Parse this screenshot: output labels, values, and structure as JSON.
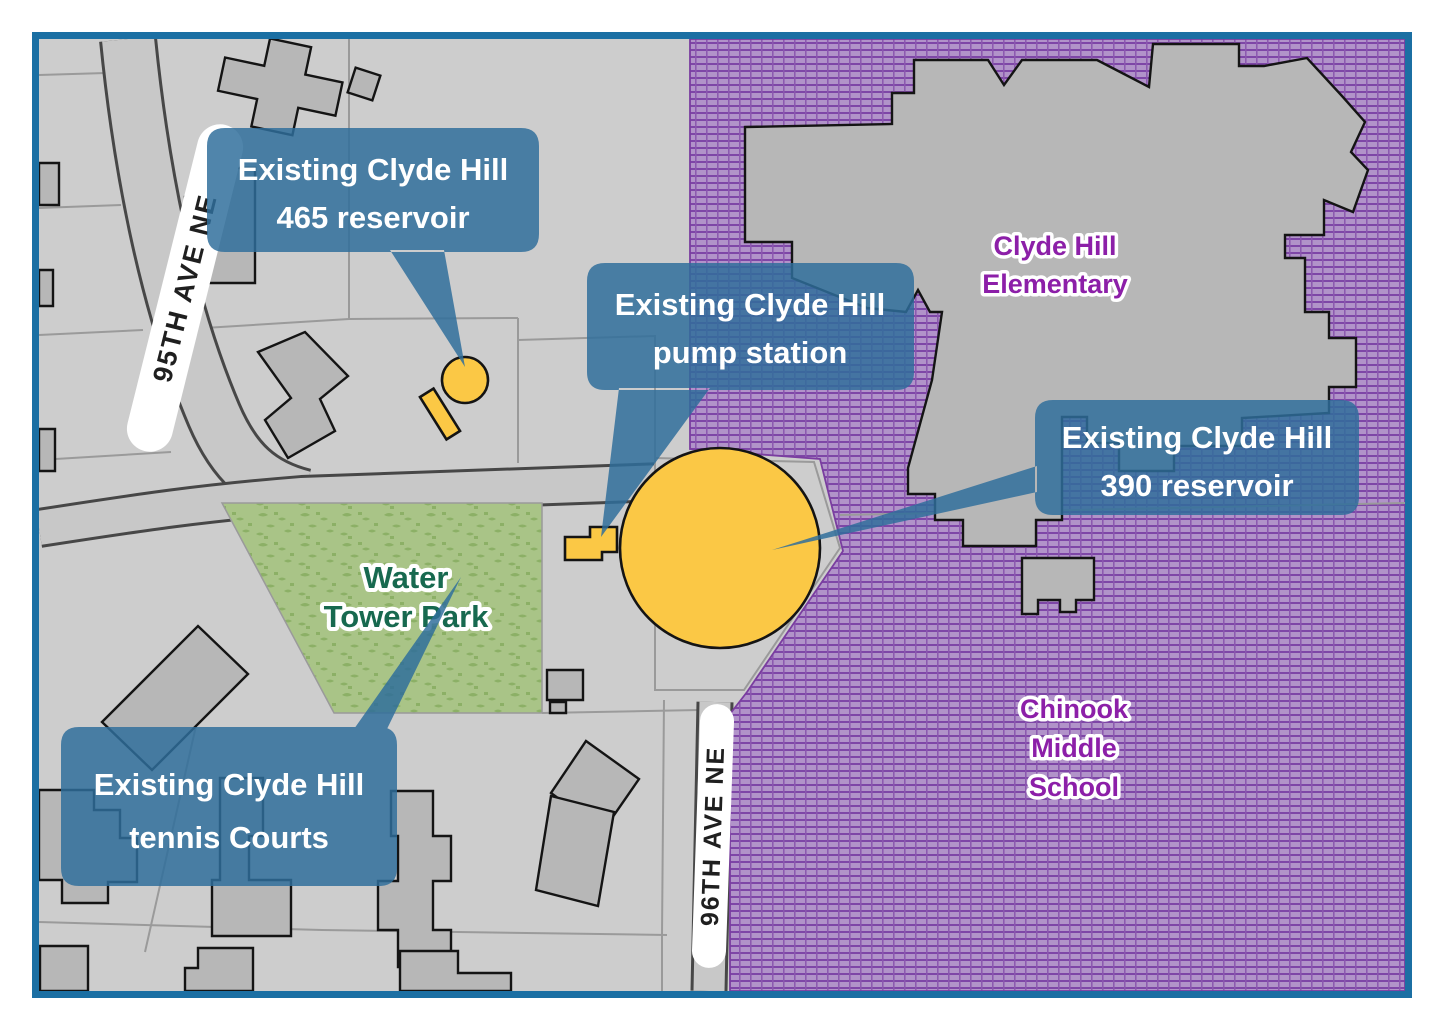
{
  "map": {
    "description": "Utility site map of existing Clyde Hill water facilities",
    "callouts": [
      {
        "id": "reservoir-465",
        "line1": "Existing Clyde Hill",
        "line2": "465 reservoir"
      },
      {
        "id": "pump-station",
        "line1": "Existing Clyde Hill",
        "line2": "pump station"
      },
      {
        "id": "reservoir-390",
        "line1": "Existing Clyde Hill",
        "line2": "390 reservoir"
      },
      {
        "id": "tennis-courts",
        "line1": "Existing Clyde Hill",
        "line2": "tennis Courts"
      }
    ],
    "area_labels": {
      "elementary": {
        "line1": "Clyde Hill",
        "line2": "Elementary"
      },
      "middle_school": {
        "line1": "Chinook",
        "line2": "Middle",
        "line3": "School"
      },
      "park": {
        "line1": "Water",
        "line2": "Tower Park"
      }
    },
    "streets": {
      "ave95": "95TH AVE NE",
      "ave96": "96TH AVE NE"
    },
    "legend_semantics": {
      "yellow_shapes": "existing water facilities (reservoir tanks, pump station)",
      "purple_hatch": "school property",
      "green_texture": "park",
      "gray_polygons": "building footprints"
    }
  },
  "colors": {
    "border_blue": "#1b6fa3",
    "map_bg": "#cdcdcd",
    "road_fill": "#c8c8c8",
    "road_casing": "#474747",
    "parcel_line": "#9a9a9a",
    "building_fill": "#b7b7b7",
    "building_stroke": "#141414",
    "purple_fill": "#b193c9",
    "purple_line_h": "#7c42a5",
    "purple_line_v": "#8a57ae",
    "purple_border": "#7a3da0",
    "park_fill": "#a9c487",
    "park_speckle": "#8cb066",
    "utility_yellow": "#fbc845",
    "callout_fill": "#2f6e9b",
    "callout_text": "#ffffff",
    "school_label": "#8c1fa8",
    "park_label": "#17694f",
    "street_pill": "#ffffff",
    "street_text": "#1f1f1f"
  }
}
